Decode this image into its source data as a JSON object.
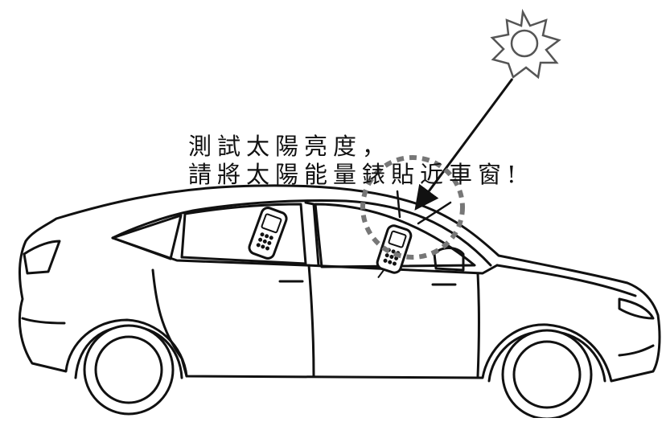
{
  "caption": {
    "line1": "測試太陽亮度，",
    "line2": "請將太陽能量錶貼近車窗!"
  },
  "colors": {
    "ink": "#111111",
    "sun_outline": "#555555",
    "highlight_circle": "#777777",
    "background": "#ffffff"
  },
  "icons": [
    "sun-icon",
    "light-arrow",
    "highlight-circle",
    "solar-meter-icon",
    "car-outline"
  ]
}
